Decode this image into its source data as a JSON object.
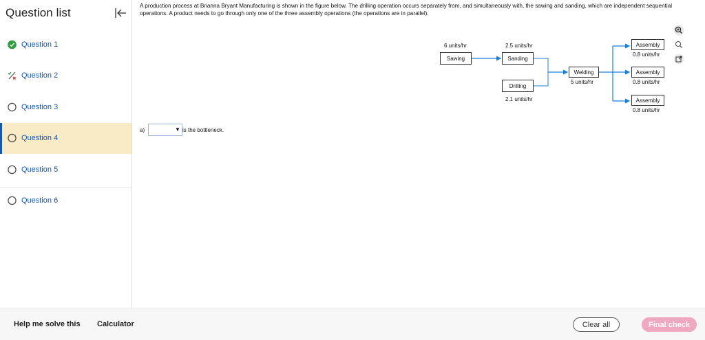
{
  "sidebar": {
    "title": "Question list",
    "questions": [
      {
        "label": "Question 1",
        "status": "correct"
      },
      {
        "label": "Question 2",
        "status": "partial"
      },
      {
        "label": "Question 3",
        "status": "unanswered"
      },
      {
        "label": "Question 4",
        "status": "current"
      },
      {
        "label": "Question 5",
        "status": "unanswered"
      },
      {
        "label": "Question 6",
        "status": "unanswered"
      }
    ]
  },
  "question": {
    "prompt": "A production process at Brianna Bryant Manufacturing is shown in the figure below. The drilling operation occurs separately from, and simultaneously with, the sawing and sanding, which are independent sequential operations. A product needs to go through only one of the three assembly operations (the operations are in parallel)."
  },
  "diagram": {
    "sawing": {
      "rate": "6 units/hr",
      "label": "Sawing"
    },
    "sanding": {
      "rate": "2.5 units/hr",
      "label": "Sanding"
    },
    "drilling": {
      "rate": "2.1 units/hr",
      "label": "Drilling"
    },
    "welding": {
      "label": "Welding",
      "rate": "5 units/hr"
    },
    "assembly": [
      {
        "label": "Assembly",
        "rate": "0.8 units/hr"
      },
      {
        "label": "Assembly",
        "rate": "0.8 units/hr"
      },
      {
        "label": "Assembly",
        "rate": "0.8 units/hr"
      }
    ],
    "arrow_color": "#1d7fd6"
  },
  "answer": {
    "part_label": "a)",
    "selected_value": "",
    "suffix": "is the bottleneck."
  },
  "tools": [
    "zoom-in-icon",
    "zoom-out-icon",
    "open-external-icon"
  ],
  "footer": {
    "help_label": "Help me solve this",
    "calculator_label": "Calculator",
    "clear_label": "Clear all",
    "final_label": "Final check"
  },
  "colors": {
    "link_blue": "#1a56a6",
    "correct_green": "#2e9e3e",
    "active_bg": "#f8ebc6",
    "final_pink": "#f0a8c0"
  }
}
